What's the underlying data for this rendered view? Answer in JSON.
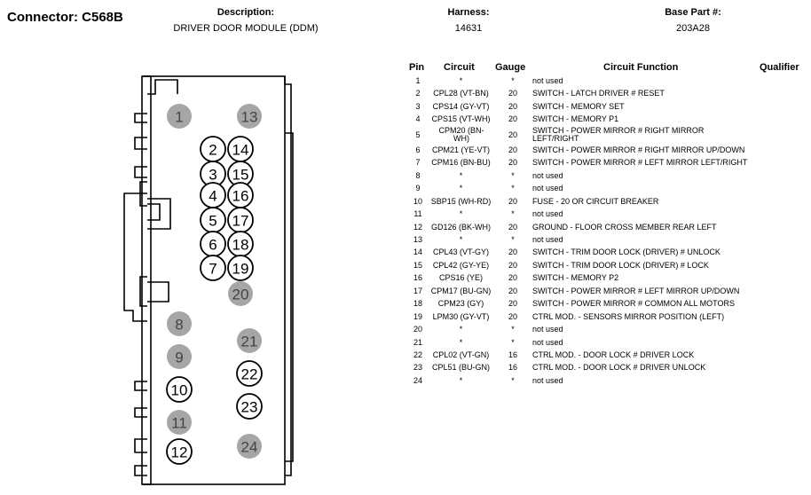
{
  "connector_label": "Connector: C568B",
  "header": {
    "description_label": "Description:",
    "description_value": "DRIVER DOOR MODULE (DDM)",
    "harness_label": "Harness:",
    "harness_value": "14631",
    "base_part_label": "Base Part #:",
    "base_part_value": "203A28"
  },
  "table_headers": {
    "pin": "Pin",
    "circuit": "Circuit",
    "gauge": "Gauge",
    "function": "Circuit Function",
    "qualifier": "Qualifier"
  },
  "rows": [
    {
      "pin": "1",
      "circuit": "*",
      "gauge": "*",
      "function": "not used"
    },
    {
      "pin": "2",
      "circuit": "CPL28 (VT-BN)",
      "gauge": "20",
      "function": "SWITCH - LATCH DRIVER # RESET"
    },
    {
      "pin": "3",
      "circuit": "CPS14 (GY-VT)",
      "gauge": "20",
      "function": "SWITCH - MEMORY SET"
    },
    {
      "pin": "4",
      "circuit": "CPS15 (VT-WH)",
      "gauge": "20",
      "function": "SWITCH - MEMORY P1"
    },
    {
      "pin": "5",
      "circuit": "CPM20 (BN-WH)",
      "gauge": "20",
      "function": "SWITCH - POWER MIRROR # RIGHT MIRROR LEFT/RIGHT"
    },
    {
      "pin": "6",
      "circuit": "CPM21 (YE-VT)",
      "gauge": "20",
      "function": "SWITCH - POWER MIRROR # RIGHT MIRROR UP/DOWN"
    },
    {
      "pin": "7",
      "circuit": "CPM16 (BN-BU)",
      "gauge": "20",
      "function": "SWITCH - POWER MIRROR # LEFT MIRROR LEFT/RIGHT"
    },
    {
      "pin": "8",
      "circuit": "*",
      "gauge": "*",
      "function": "not used"
    },
    {
      "pin": "9",
      "circuit": "*",
      "gauge": "*",
      "function": "not used"
    },
    {
      "pin": "10",
      "circuit": "SBP15 (WH-RD)",
      "gauge": "20",
      "function": "FUSE - 20 OR CIRCUIT BREAKER"
    },
    {
      "pin": "11",
      "circuit": "*",
      "gauge": "*",
      "function": "not used"
    },
    {
      "pin": "12",
      "circuit": "GD126 (BK-WH)",
      "gauge": "20",
      "function": "GROUND - FLOOR CROSS MEMBER REAR LEFT"
    },
    {
      "pin": "13",
      "circuit": "*",
      "gauge": "*",
      "function": "not used"
    },
    {
      "pin": "14",
      "circuit": "CPL43 (VT-GY)",
      "gauge": "20",
      "function": "SWITCH - TRIM DOOR LOCK (DRIVER) # UNLOCK"
    },
    {
      "pin": "15",
      "circuit": "CPL42 (GY-YE)",
      "gauge": "20",
      "function": "SWITCH - TRIM DOOR LOCK (DRIVER) # LOCK"
    },
    {
      "pin": "16",
      "circuit": "CPS16 (YE)",
      "gauge": "20",
      "function": "SWITCH - MEMORY P2"
    },
    {
      "pin": "17",
      "circuit": "CPM17 (BU-GN)",
      "gauge": "20",
      "function": "SWITCH - POWER MIRROR # LEFT MIRROR UP/DOWN"
    },
    {
      "pin": "18",
      "circuit": "CPM23 (GY)",
      "gauge": "20",
      "function": "SWITCH - POWER MIRROR # COMMON ALL MOTORS"
    },
    {
      "pin": "19",
      "circuit": "LPM30 (GY-VT)",
      "gauge": "20",
      "function": "CTRL MOD. - SENSORS MIRROR POSITION (LEFT)"
    },
    {
      "pin": "20",
      "circuit": "*",
      "gauge": "*",
      "function": "not used"
    },
    {
      "pin": "21",
      "circuit": "*",
      "gauge": "*",
      "function": "not used"
    },
    {
      "pin": "22",
      "circuit": "CPL02 (VT-GN)",
      "gauge": "16",
      "function": "CTRL MOD. - DOOR LOCK # DRIVER LOCK"
    },
    {
      "pin": "23",
      "circuit": "CPL51 (BU-GN)",
      "gauge": "16",
      "function": "CTRL MOD. - DOOR LOCK # DRIVER UNLOCK"
    },
    {
      "pin": "24",
      "circuit": "*",
      "gauge": "*",
      "function": "not used"
    }
  ],
  "connector_pins": [
    {
      "label": "1",
      "used": false
    },
    {
      "label": "13",
      "used": false
    },
    {
      "label": "2",
      "used": true
    },
    {
      "label": "14",
      "used": true
    },
    {
      "label": "3",
      "used": true
    },
    {
      "label": "15",
      "used": true
    },
    {
      "label": "4",
      "used": true
    },
    {
      "label": "16",
      "used": true
    },
    {
      "label": "5",
      "used": true
    },
    {
      "label": "17",
      "used": true
    },
    {
      "label": "6",
      "used": true
    },
    {
      "label": "18",
      "used": true
    },
    {
      "label": "7",
      "used": true
    },
    {
      "label": "19",
      "used": true
    },
    {
      "label": "20",
      "used": false
    },
    {
      "label": "8",
      "used": false
    },
    {
      "label": "21",
      "used": false
    },
    {
      "label": "9",
      "used": false
    },
    {
      "label": "10",
      "used": true
    },
    {
      "label": "22",
      "used": true
    },
    {
      "label": "11",
      "used": false
    },
    {
      "label": "23",
      "used": true
    },
    {
      "label": "12",
      "used": true
    },
    {
      "label": "24",
      "used": false
    }
  ],
  "colors": {
    "unused_fill": "#a6a6a6",
    "used_fill": "#ffffff",
    "outline": "#000000"
  }
}
